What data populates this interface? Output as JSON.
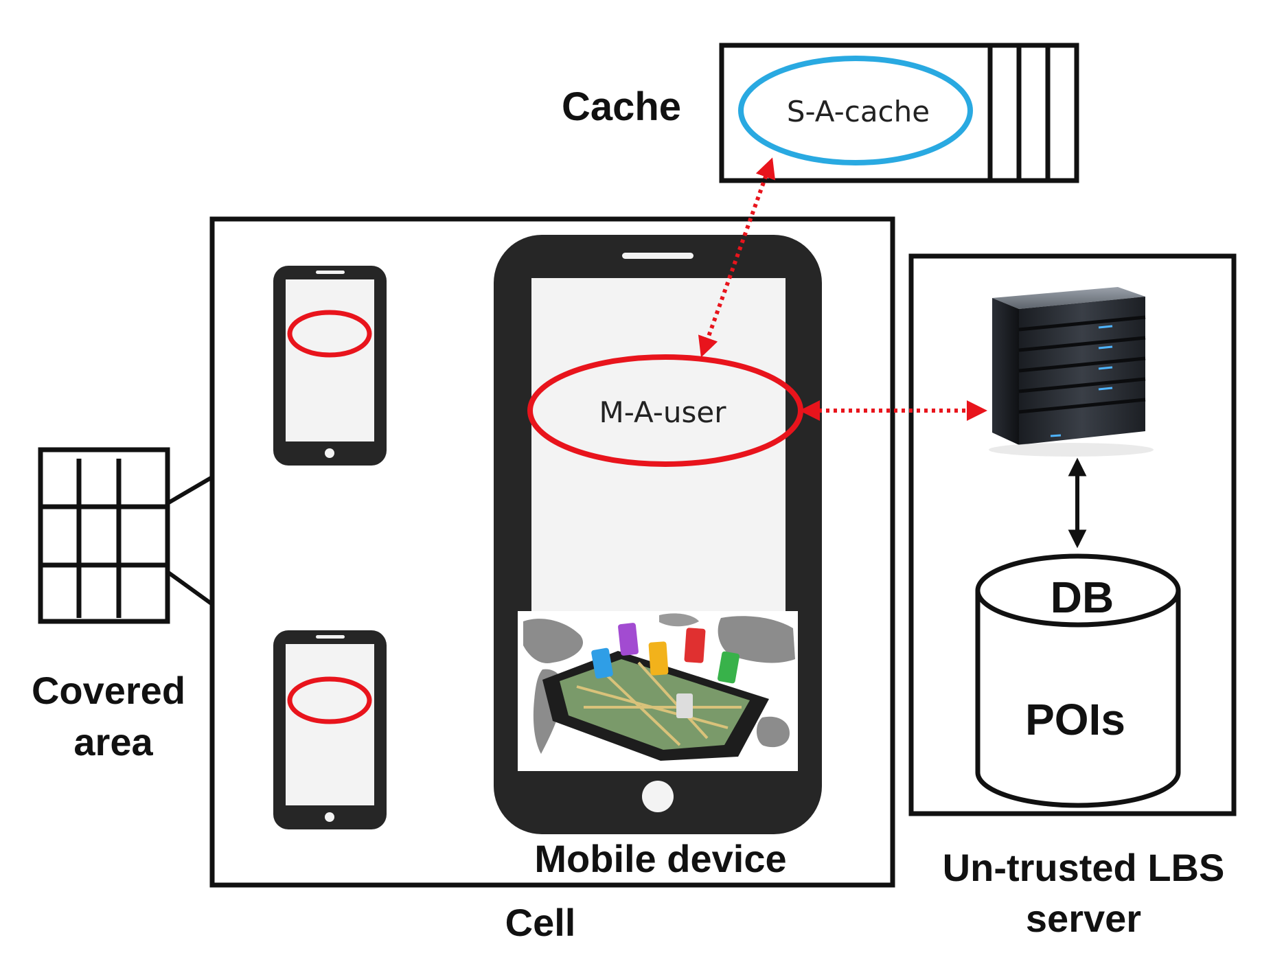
{
  "labels": {
    "cache": "Cache",
    "s_a_cache": "S-A-cache",
    "m_a_user": "M-A-user",
    "mobile_device": "Mobile device",
    "cell": "Cell",
    "covered_area_line1": "Covered",
    "covered_area_line2": "area",
    "server_line1": "Un-trusted LBS",
    "server_line2": "server",
    "db": "DB",
    "pois": "POIs"
  },
  "colors": {
    "outline": "#111111",
    "red": "#e8141c",
    "blue": "#29a9e1",
    "screen": "#f3f3f3",
    "phone_body": "#262626"
  },
  "icons": {
    "server": "server-tower-icon",
    "database": "database-cylinder-icon",
    "map_phone": "map-smartphone-illustration",
    "grid": "coverage-grid-icon"
  }
}
